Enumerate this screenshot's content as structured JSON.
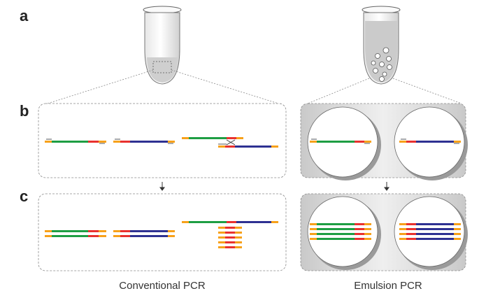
{
  "panels": {
    "a": "a",
    "b": "b",
    "c": "c"
  },
  "captions": {
    "left": "Conventional PCR",
    "right": "Emulsion PCR"
  },
  "colors": {
    "green": "#1e9e43",
    "red": "#e8312f",
    "blue": "#2e3192",
    "orange": "#f7a11a",
    "dash": "#7a7a7a",
    "shade": "#d9d9d9"
  }
}
